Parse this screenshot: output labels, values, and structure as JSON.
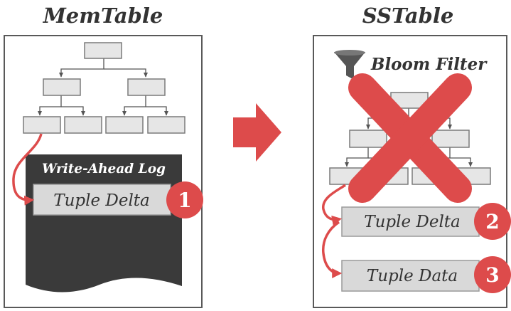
{
  "memtable": {
    "title": "MemTable",
    "wal_label": "Write-Ahead Log",
    "tuple_label": "Tuple Delta",
    "tuple_number": "1"
  },
  "sstable": {
    "title": "SSTable",
    "bloom_label": "Bloom Filter",
    "delta_label": "Tuple Delta",
    "delta_number": "2",
    "data_label": "Tuple Data",
    "data_number": "3"
  },
  "colors": {
    "accent_red": "#dd4b4b",
    "log_dark": "#3a3a3a",
    "node_fill": "#e6e6e6",
    "tuple_fill": "#d9d9d9"
  },
  "icons": [
    "arrow-right-icon",
    "funnel-icon",
    "cross-icon"
  ]
}
